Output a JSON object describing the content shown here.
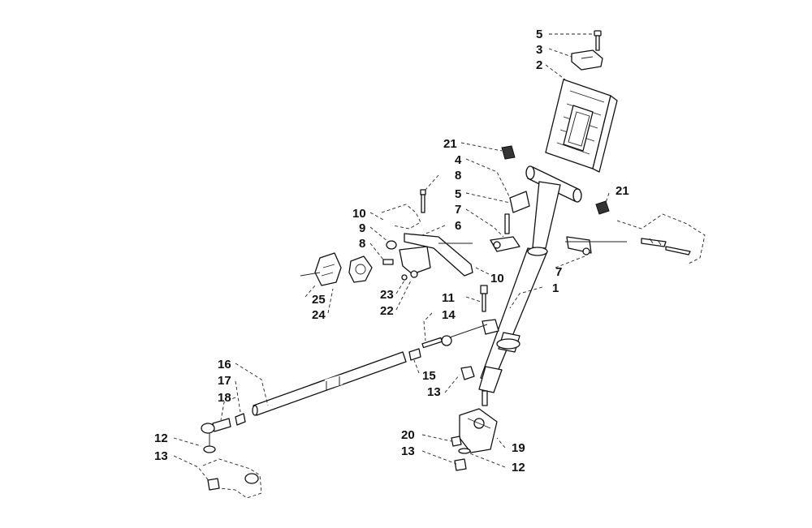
{
  "diagram": {
    "callouts": [
      {
        "id": "c5a",
        "label": "5"
      },
      {
        "id": "c3",
        "label": "3"
      },
      {
        "id": "c2",
        "label": "2"
      },
      {
        "id": "c21a",
        "label": "21"
      },
      {
        "id": "c4",
        "label": "4"
      },
      {
        "id": "c8a",
        "label": "8"
      },
      {
        "id": "c5b",
        "label": "5"
      },
      {
        "id": "c7a",
        "label": "7"
      },
      {
        "id": "c21b",
        "label": "21"
      },
      {
        "id": "c10a",
        "label": "10"
      },
      {
        "id": "c9",
        "label": "9"
      },
      {
        "id": "c6",
        "label": "6"
      },
      {
        "id": "c8b",
        "label": "8"
      },
      {
        "id": "c7b",
        "label": "7"
      },
      {
        "id": "c10b",
        "label": "10"
      },
      {
        "id": "c1",
        "label": "1"
      },
      {
        "id": "c25",
        "label": "25"
      },
      {
        "id": "c24",
        "label": "24"
      },
      {
        "id": "c23",
        "label": "23"
      },
      {
        "id": "c22",
        "label": "22"
      },
      {
        "id": "c11",
        "label": "11"
      },
      {
        "id": "c14",
        "label": "14"
      },
      {
        "id": "c16",
        "label": "16"
      },
      {
        "id": "c15",
        "label": "15"
      },
      {
        "id": "c17",
        "label": "17"
      },
      {
        "id": "c13a",
        "label": "13"
      },
      {
        "id": "c18",
        "label": "18"
      },
      {
        "id": "c20",
        "label": "20"
      },
      {
        "id": "c19",
        "label": "19"
      },
      {
        "id": "c12a",
        "label": "12"
      },
      {
        "id": "c13b",
        "label": "13"
      },
      {
        "id": "c12b",
        "label": "12"
      },
      {
        "id": "c13c",
        "label": "13"
      }
    ]
  }
}
